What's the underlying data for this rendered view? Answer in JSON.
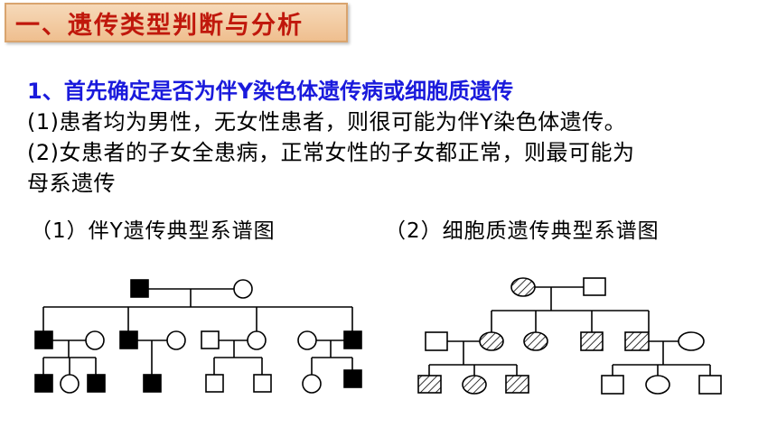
{
  "title": "一、遗传类型判断与分析",
  "heading": "1、首先确定是否为伴Y染色体遗传病或细胞质遗传",
  "point1": "(1)患者均为男性，无女性患者，则很可能为伴Y染色体遗传。",
  "point2_line1": "(2)女患者的子女全患病，正常女性的子女都正常，则最可能为",
  "point2_line2": "母系遗传",
  "caption_left": "（1）伴Y遗传典型系谱图",
  "caption_right": "（2）细胞质遗传典型系谱图",
  "colors": {
    "title_text": "#c0180c",
    "heading_text": "#1a1adc",
    "affected_fill": "#000000"
  },
  "pedigree_left": {
    "generations": [
      [
        "affected-male",
        "normal-female"
      ],
      [
        "affected-male",
        "normal-female",
        "affected-male",
        "normal-female",
        "normal-male",
        "normal-female",
        "normal-female",
        "affected-male"
      ],
      [
        "affected-male",
        "normal-female",
        "affected-male",
        "affected-male",
        "normal-male",
        "normal-male",
        "normal-female",
        "affected-male"
      ]
    ]
  },
  "pedigree_right": {
    "generations": [
      [
        "affected-female",
        "normal-male"
      ],
      [
        "normal-male",
        "affected-female",
        "affected-female",
        "affected-male",
        "affected-male",
        "normal-female"
      ],
      [
        "affected-male",
        "affected-female",
        "affected-male",
        "normal-male",
        "normal-female",
        "normal-male"
      ]
    ]
  }
}
